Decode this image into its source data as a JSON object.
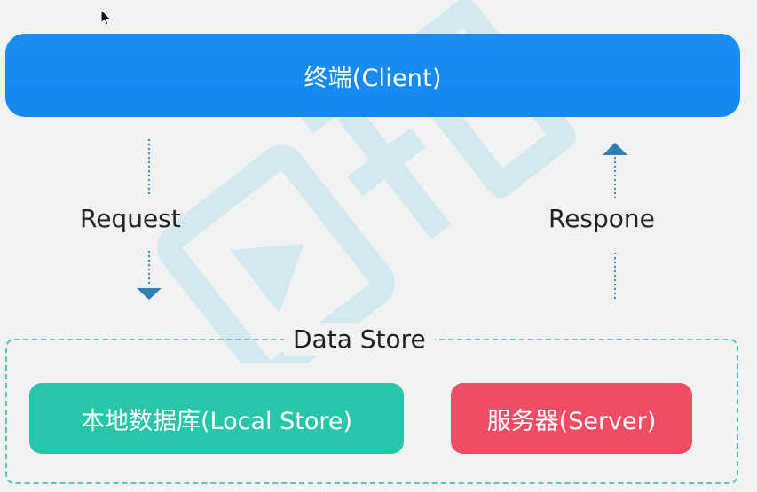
{
  "client": {
    "label": "终端(Client)"
  },
  "flow": {
    "request_label": "Request",
    "response_label": "Respone"
  },
  "store": {
    "title": "Data Store",
    "local_label": "本地数据库(Local Store)",
    "server_label": "服务器(Server)"
  },
  "colors": {
    "client": "#1a8ef5",
    "local_store": "#27c6a8",
    "server": "#ef4c66",
    "frame": "#5cc4b6",
    "arrow": "#2f7fb3"
  }
}
